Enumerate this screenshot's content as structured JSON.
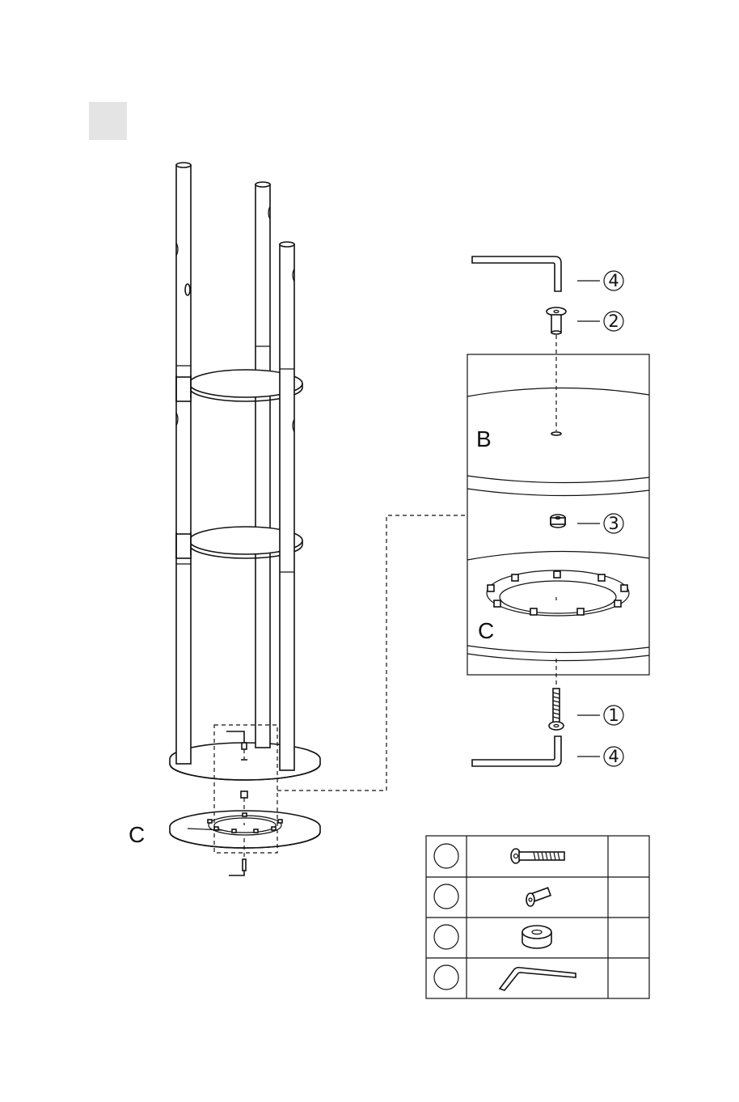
{
  "labels": {
    "shelf_b": "B",
    "base_c_detail": "C",
    "base_c_main": "C"
  },
  "callouts": [
    {
      "id": "allen-key-top",
      "number": "4"
    },
    {
      "id": "barrel-nut",
      "number": "2"
    },
    {
      "id": "spacer",
      "number": "3"
    },
    {
      "id": "bolt",
      "number": "1"
    },
    {
      "id": "allen-key-bottom",
      "number": "4"
    }
  ],
  "parts_table": {
    "rows": [
      {
        "part": "bolt-icon",
        "quantity": ""
      },
      {
        "part": "barrel-nut-icon",
        "quantity": ""
      },
      {
        "part": "spacer-ring-icon",
        "quantity": ""
      },
      {
        "part": "allen-key-icon",
        "quantity": ""
      }
    ]
  },
  "colors": {
    "line": "#111111",
    "step_box": "#e4e4e4",
    "background": "#ffffff"
  }
}
